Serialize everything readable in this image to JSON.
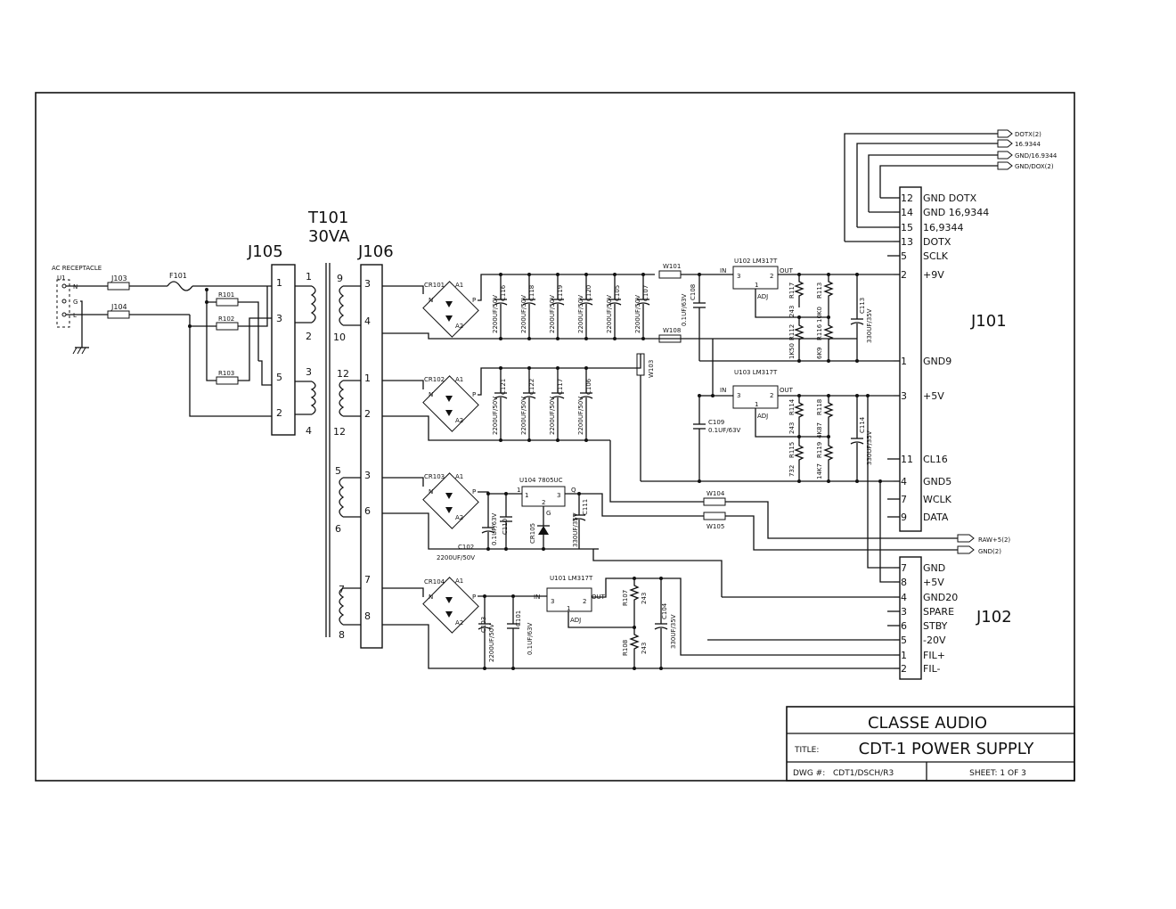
{
  "title_block": {
    "company": "CLASSE AUDIO",
    "title_label": "TITLE:",
    "title": "CDT-1 POWER SUPPLY",
    "dwg_label": "DWG #:",
    "dwg": "CDT1/DSCH/R3",
    "sheet": "SHEET: 1 OF 3"
  },
  "transformer": {
    "ref": "T101",
    "rating": "30VA"
  },
  "connectors": {
    "j105": "J105",
    "j106": "J106",
    "j101": "J101",
    "j102": "J102",
    "j103": "J103",
    "j104": "J104",
    "ac": "AC RECEPTACLE",
    "u1": "U1"
  },
  "labels": {
    "f101": "F101",
    "r101": "R101",
    "r102": "R102",
    "r103": "R103",
    "n": "N",
    "g": "G",
    "l": "L",
    "cr101": "CR101",
    "cr102": "CR102",
    "cr103": "CR103",
    "cr104": "CR104",
    "a1": "A1",
    "a2": "A2",
    "p": "P",
    "u102": "U102 LM317T",
    "u103": "U103 LM317T",
    "u104": "U104 7805UC",
    "u101": "U101 LM317T",
    "in": "IN",
    "out": "OUT",
    "adj": "ADJ",
    "w101": "W101",
    "w108": "W108",
    "w103": "W103",
    "w104": "W104",
    "w105": "W105",
    "c109": "C109",
    "c109v": "0.1UF/63V",
    "c102": "C102",
    "c102v": "2200UF/50V",
    "raw5": "RAW+5(2)",
    "gnd2": "GND(2)",
    "dotx2": "DOTX(2)",
    "f169": "16.9344",
    "gnd169": "GND/16.9344",
    "gnddox": "GND/DOX(2)",
    "cr105": "CR105",
    "c110": "C110",
    "c111": "C111",
    "c110v": "0.1UF/63V",
    "c111v": "330UF/35V",
    "c103": "C103",
    "c103v": "2200UF/50V",
    "c101": "C101",
    "c101v": "0.1UF/63V",
    "c104": "C104",
    "c104v": "330UF/35V",
    "r107": "R107",
    "r108": "R108",
    "v243": "243",
    "c108": "C108",
    "c108v": "0.1UF/63V",
    "c113": "C113",
    "c113v": "330UF/35V",
    "c114": "C114",
    "c114v": "330UF/35V",
    "r117": "R117",
    "r113": "R113",
    "r112": "R112",
    "r116": "R116",
    "r114": "R114",
    "r118": "R118",
    "r115": "R115",
    "r119": "R119",
    "v10k0": "10K0",
    "v1k50": "1K50",
    "v6k9": "6K9",
    "v4k87": "4K87",
    "v732": "732",
    "v14k7": "14K7",
    "n1": "1",
    "n2": "2",
    "n3": "3",
    "q": "Q",
    "g2": "G"
  },
  "j106_pins": [
    "3",
    "4",
    "1",
    "2",
    "3",
    "6",
    "7",
    "8"
  ],
  "j105_pins": [
    "1",
    "3",
    "5",
    "2"
  ],
  "t101_pri_pins": [
    "1",
    "2",
    "3",
    "4"
  ],
  "t101_sec_pins": [
    "9",
    "10",
    "12",
    "12",
    "5",
    "6",
    "7",
    "8"
  ],
  "caps_row1": [
    {
      "ref": "C116",
      "val": "2200UF/50V"
    },
    {
      "ref": "C118",
      "val": "2200UF/50V"
    },
    {
      "ref": "C119",
      "val": "2200UF/50V"
    },
    {
      "ref": "C120",
      "val": "2200UF/50V"
    },
    {
      "ref": "C105",
      "val": "2200UF/50V"
    },
    {
      "ref": "C107",
      "val": "2200UF/50V"
    }
  ],
  "caps_row2": [
    {
      "ref": "C121",
      "val": "2200UF/50V"
    },
    {
      "ref": "C122",
      "val": "2200UF/50V"
    },
    {
      "ref": "C117",
      "val": "2200UF/50V"
    },
    {
      "ref": "C106",
      "val": "2200UF/50V"
    }
  ],
  "j101_pins": [
    {
      "num": "12",
      "name": "GND DOTX"
    },
    {
      "num": "14",
      "name": "GND 16,9344"
    },
    {
      "num": "15",
      "name": "16,9344"
    },
    {
      "num": "13",
      "name": "DOTX"
    },
    {
      "num": "5",
      "name": "SCLK"
    },
    {
      "num": "2",
      "name": "+9V"
    },
    {
      "num": "1",
      "name": "GND9"
    },
    {
      "num": "3",
      "name": "+5V"
    },
    {
      "num": "11",
      "name": "CL16"
    },
    {
      "num": "4",
      "name": "GND5"
    },
    {
      "num": "7",
      "name": "WCLK"
    },
    {
      "num": "9",
      "name": "DATA"
    }
  ],
  "j102_pins": [
    {
      "num": "7",
      "name": "GND"
    },
    {
      "num": "8",
      "name": "+5V"
    },
    {
      "num": "4",
      "name": "GND20"
    },
    {
      "num": "3",
      "name": "SPARE"
    },
    {
      "num": "6",
      "name": "STBY"
    },
    {
      "num": "5",
      "name": "-20V"
    },
    {
      "num": "1",
      "name": "FIL+"
    },
    {
      "num": "2",
      "name": "FIL-"
    }
  ]
}
